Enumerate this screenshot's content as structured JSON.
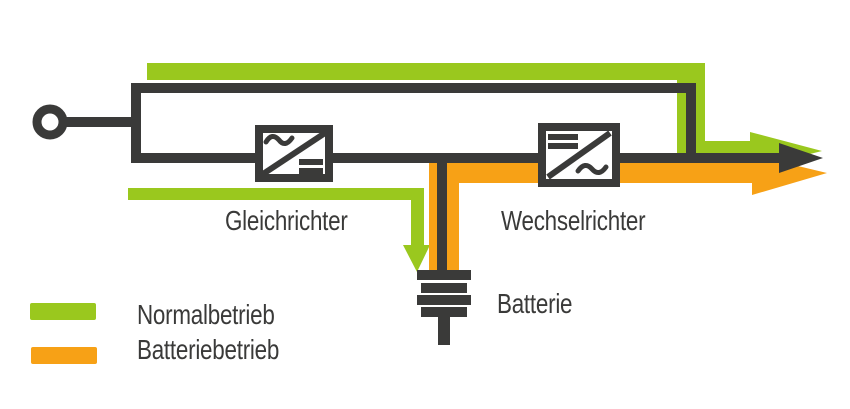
{
  "diagram": {
    "title_hint": "USV Prinzipschaltbild",
    "labels": {
      "rectifier": "Gleichrichter",
      "inverter": "Wechselrichter",
      "battery": "Batterie"
    },
    "legend": [
      {
        "label": "Normalbetrieb",
        "color": "#9ac81e"
      },
      {
        "label": "Batteriebetrieb",
        "color": "#f7a116"
      }
    ],
    "colors": {
      "line": "#3a3a39",
      "normal": "#9ac81e",
      "battery": "#f7a116",
      "background": "#ffffff"
    }
  }
}
